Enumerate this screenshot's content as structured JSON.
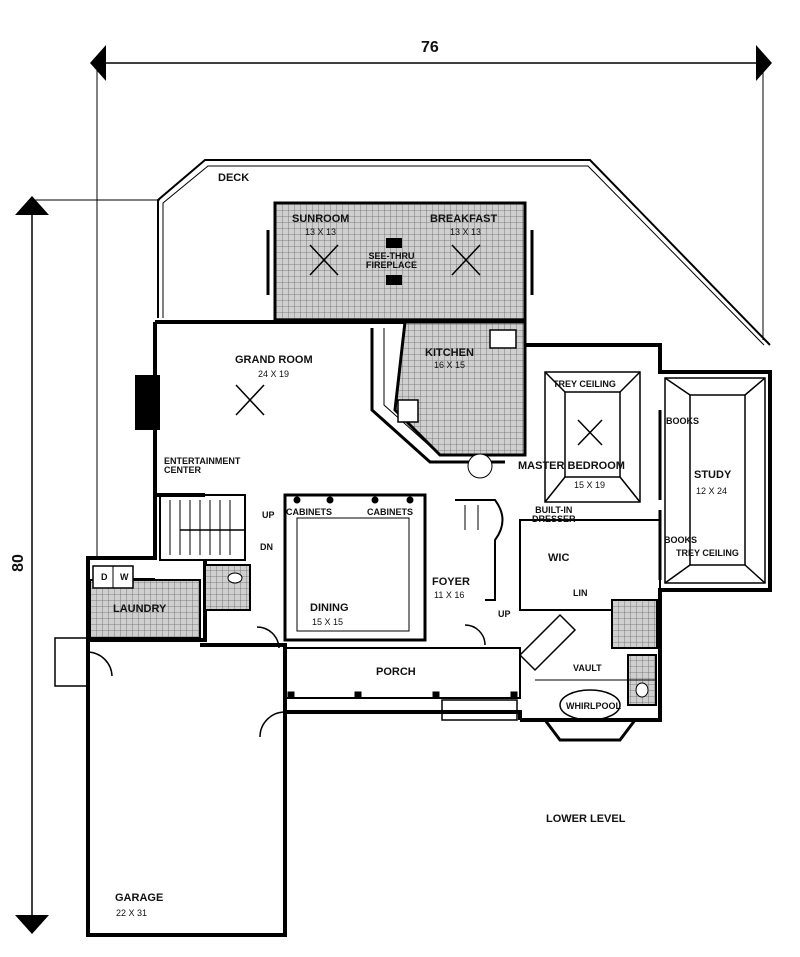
{
  "dimensions": {
    "width_label": "76",
    "depth_label": "80"
  },
  "rooms": {
    "deck": {
      "name": "DECK"
    },
    "sunroom": {
      "name": "SUNROOM",
      "size": "13 X 13"
    },
    "breakfast": {
      "name": "BREAKFAST",
      "size": "13 X 13"
    },
    "fireplace": {
      "name": "SEE-THRU\nFIREPLACE"
    },
    "grand_room": {
      "name": "GRAND ROOM",
      "size": "24 X 19"
    },
    "kitchen": {
      "name": "KITCHEN",
      "size": "16 X 15"
    },
    "trey_ceiling_master": {
      "name": "TREY CEILING"
    },
    "master_bedroom": {
      "name": "MASTER BEDROOM",
      "size": "15 X 19"
    },
    "books_top": {
      "name": "BOOKS"
    },
    "study": {
      "name": "STUDY",
      "size": "12 X 24"
    },
    "books_bottom": {
      "name": "BOOKS"
    },
    "trey_ceiling_study": {
      "name": "TREY CEILING"
    },
    "entertainment": {
      "name": "ENTERTAINMENT\nCENTER"
    },
    "cabinets_left": {
      "name": "CABINETS"
    },
    "cabinets_right": {
      "name": "CABINETS"
    },
    "built_in": {
      "name": "BUILT-IN\nDRESSER"
    },
    "wic": {
      "name": "WIC"
    },
    "stairs_up": {
      "name": "UP"
    },
    "stairs_dn": {
      "name": "DN"
    },
    "dining": {
      "name": "DINING",
      "size": "15 X 15"
    },
    "foyer": {
      "name": "FOYER",
      "size": "11 X 16"
    },
    "foyer_up": {
      "name": "UP"
    },
    "lin": {
      "name": "LIN"
    },
    "laundry": {
      "name": "LAUNDRY"
    },
    "washer": {
      "name": "W"
    },
    "dryer": {
      "name": "D"
    },
    "porch": {
      "name": "PORCH"
    },
    "vault": {
      "name": "VAULT"
    },
    "whirlpool": {
      "name": "WHIRLPOOL"
    },
    "lower_level": {
      "name": "LOWER LEVEL"
    },
    "garage": {
      "name": "GARAGE",
      "size": "22 X 31"
    }
  }
}
